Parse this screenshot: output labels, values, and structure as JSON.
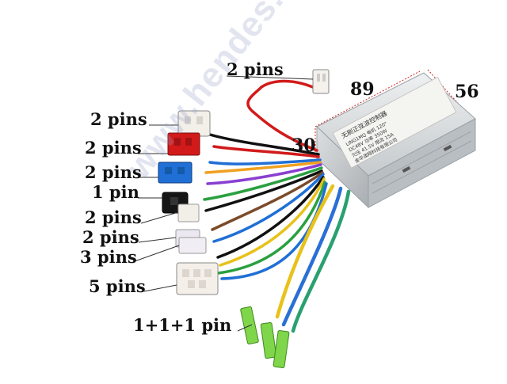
{
  "labels": {
    "top_connector": "2 pins",
    "white_2pin": "2 pins",
    "red_2pin": "2 pins",
    "blue_2pin": "2 pins",
    "black_1pin": "1 pin",
    "white_2pin_b": "2 pins",
    "white_2pin_c": "2 pins",
    "white_3pin": "3 pins",
    "white_5pin": "5 pins",
    "green_pins": "1+1+1 pin"
  },
  "dimensions": {
    "length": "89",
    "width": "56",
    "height": "30"
  },
  "watermark": "www.hendes.lt",
  "controller_label": {
    "title": "无刷正弦波控制器",
    "line1": "LING1MQ 电机 120°",
    "line2": "DC48V 功率 350W",
    "line3": "欠压 41.5V 限流 15A",
    "maker": "金华澳翔科技有限公司"
  },
  "colors": {
    "red_wire": "#d21a1a",
    "blue_connector": "#1f6fd6",
    "yellow_wire": "#e8c21a",
    "green_connector": "#7fd64a",
    "housing": "#d3d6d8"
  }
}
